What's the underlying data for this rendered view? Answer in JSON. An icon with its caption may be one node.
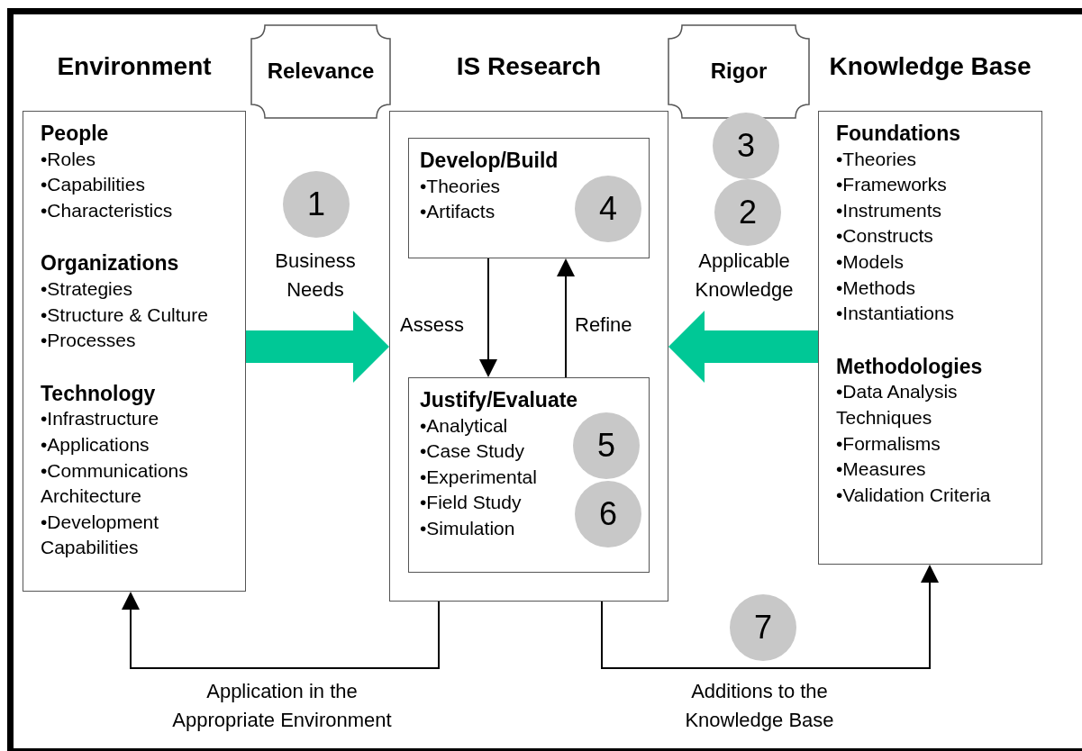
{
  "diagram": {
    "nodes": [
      {
        "text": [
          "Environment",
          "People",
          "•Roles",
          "•Capabilities",
          "•Characteristics",
          "Organizations",
          "•Strategies",
          "•Structure & Culture",
          "•Processes",
          "Technology",
          "•Infrastructure",
          "•Applications",
          "•Communications Architecture",
          "•Development Capabilities"
        ]
      },
      {
        "text": [
          "Relevance"
        ]
      },
      {
        "text": [
          "IS Research"
        ]
      },
      {
        "text": [
          "Develop/Build",
          "•Theories",
          "•Artifacts"
        ],
        "in": 2
      },
      {
        "text": [
          "Justify/Evaluate",
          "•Analytical",
          "•Case Study",
          "•Experimental",
          "•Field Study",
          "•Simulation"
        ],
        "in": 2
      },
      {
        "text": [
          "Rigor"
        ]
      },
      {
        "text": [
          "Knowledge Base",
          "Foundations",
          "•Theories",
          "•Frameworks",
          "•Instruments",
          "•Constructs",
          "•Models",
          "•Methods",
          "•Instantiations",
          "Methodologies",
          "•Data Analysis Techniques",
          "•Formalisms",
          "•Measures",
          "•Validation Criteria"
        ]
      },
      {
        "text": [
          "1"
        ]
      },
      {
        "text": [
          "3"
        ]
      },
      {
        "text": [
          "2"
        ]
      },
      {
        "text": [
          "4"
        ],
        "in": 3
      },
      {
        "text": [
          "5"
        ],
        "in": 4
      },
      {
        "text": [
          "6"
        ],
        "in": 4
      },
      {
        "text": [
          "7"
        ]
      }
    ],
    "edges": [
      {
        "from": 0,
        "to": 2,
        "arrow": "to",
        "label": "Business Needs",
        "style": "thick",
        "color": "#00c896"
      },
      {
        "from": 6,
        "to": 2,
        "arrow": "to",
        "label": "Applicable Knowledge",
        "style": "thick",
        "color": "#00c896"
      },
      {
        "from": 3,
        "to": 4,
        "arrow": "to",
        "label": "Assess"
      },
      {
        "from": 4,
        "to": 3,
        "arrow": "to",
        "label": "Refine"
      },
      {
        "from": 2,
        "to": 0,
        "arrow": "to",
        "label": "Application in the Appropriate Environment"
      },
      {
        "from": 2,
        "to": 6,
        "arrow": "to",
        "label": "Additions to the Knowledge Base"
      }
    ]
  }
}
